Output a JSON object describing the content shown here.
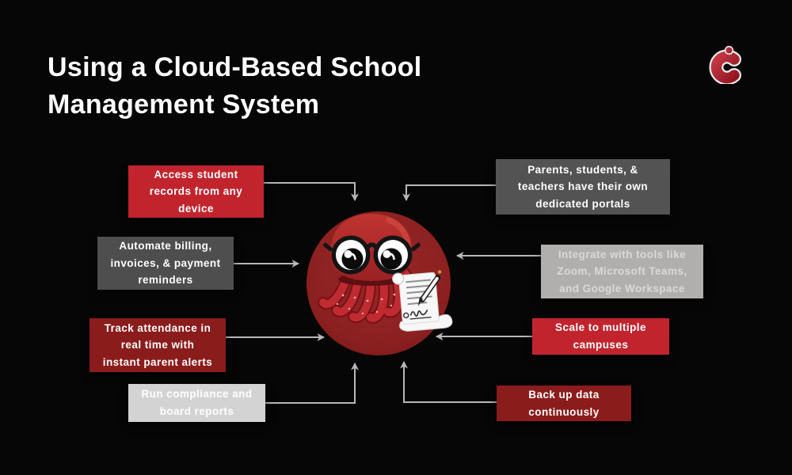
{
  "title": "Using a Cloud-Based School\nManagement System",
  "icons": {
    "logo": "red-c-brand-logo",
    "mascot": "octopus-with-glasses-writing-scroll"
  },
  "colors": {
    "background": "#060606",
    "title_text": "#ffffff",
    "bright_red": "#c2242e",
    "maroon": "#8b1c1c",
    "dark_gray": "#4f4e4f",
    "light_gray": "#d3d3d3",
    "medium_gray": "#b1aeae",
    "arrow_gray": "#b8b8b8",
    "circle_red": "#8e2121",
    "logo_red": "#ab1e2b"
  },
  "boxes": [
    {
      "name": "access-student-records",
      "text": "Access student\nrecords from any\ndevice",
      "bg": "#c2242e",
      "text_color": "#ffffff"
    },
    {
      "name": "automate-billing",
      "text": "Automate billing,\ninvoices, & payment\nreminders",
      "bg": "#4f4e4f",
      "text_color": "#ffffff"
    },
    {
      "name": "track-attendance",
      "text": "Track attendance in\nreal time with\ninstant parent alerts",
      "bg": "#8b1c1c",
      "text_color": "#ffffff"
    },
    {
      "name": "run-compliance-reports",
      "text": "Run compliance and\nboard reports",
      "bg": "#d3d3d3",
      "text_color": "#ffffff"
    },
    {
      "name": "dedicated-portals",
      "text": "Parents, students, &\nteachers have their own\ndedicated portals",
      "bg": "#545354",
      "text_color": "#ffffff"
    },
    {
      "name": "integrate-tools",
      "text": "Integrate with tools like\nZoom, Microsoft Teams,\nand Google Workspace",
      "bg": "#b1aeae",
      "text_color": "#dbd9d8"
    },
    {
      "name": "scale-campuses",
      "text": "Scale to multiple\ncampuses",
      "bg": "#c2242e",
      "text_color": "#ffffff"
    },
    {
      "name": "back-up-data",
      "text": "Back up data\ncontinuously",
      "bg": "#8b1c1c",
      "text_color": "#ffffff"
    }
  ]
}
